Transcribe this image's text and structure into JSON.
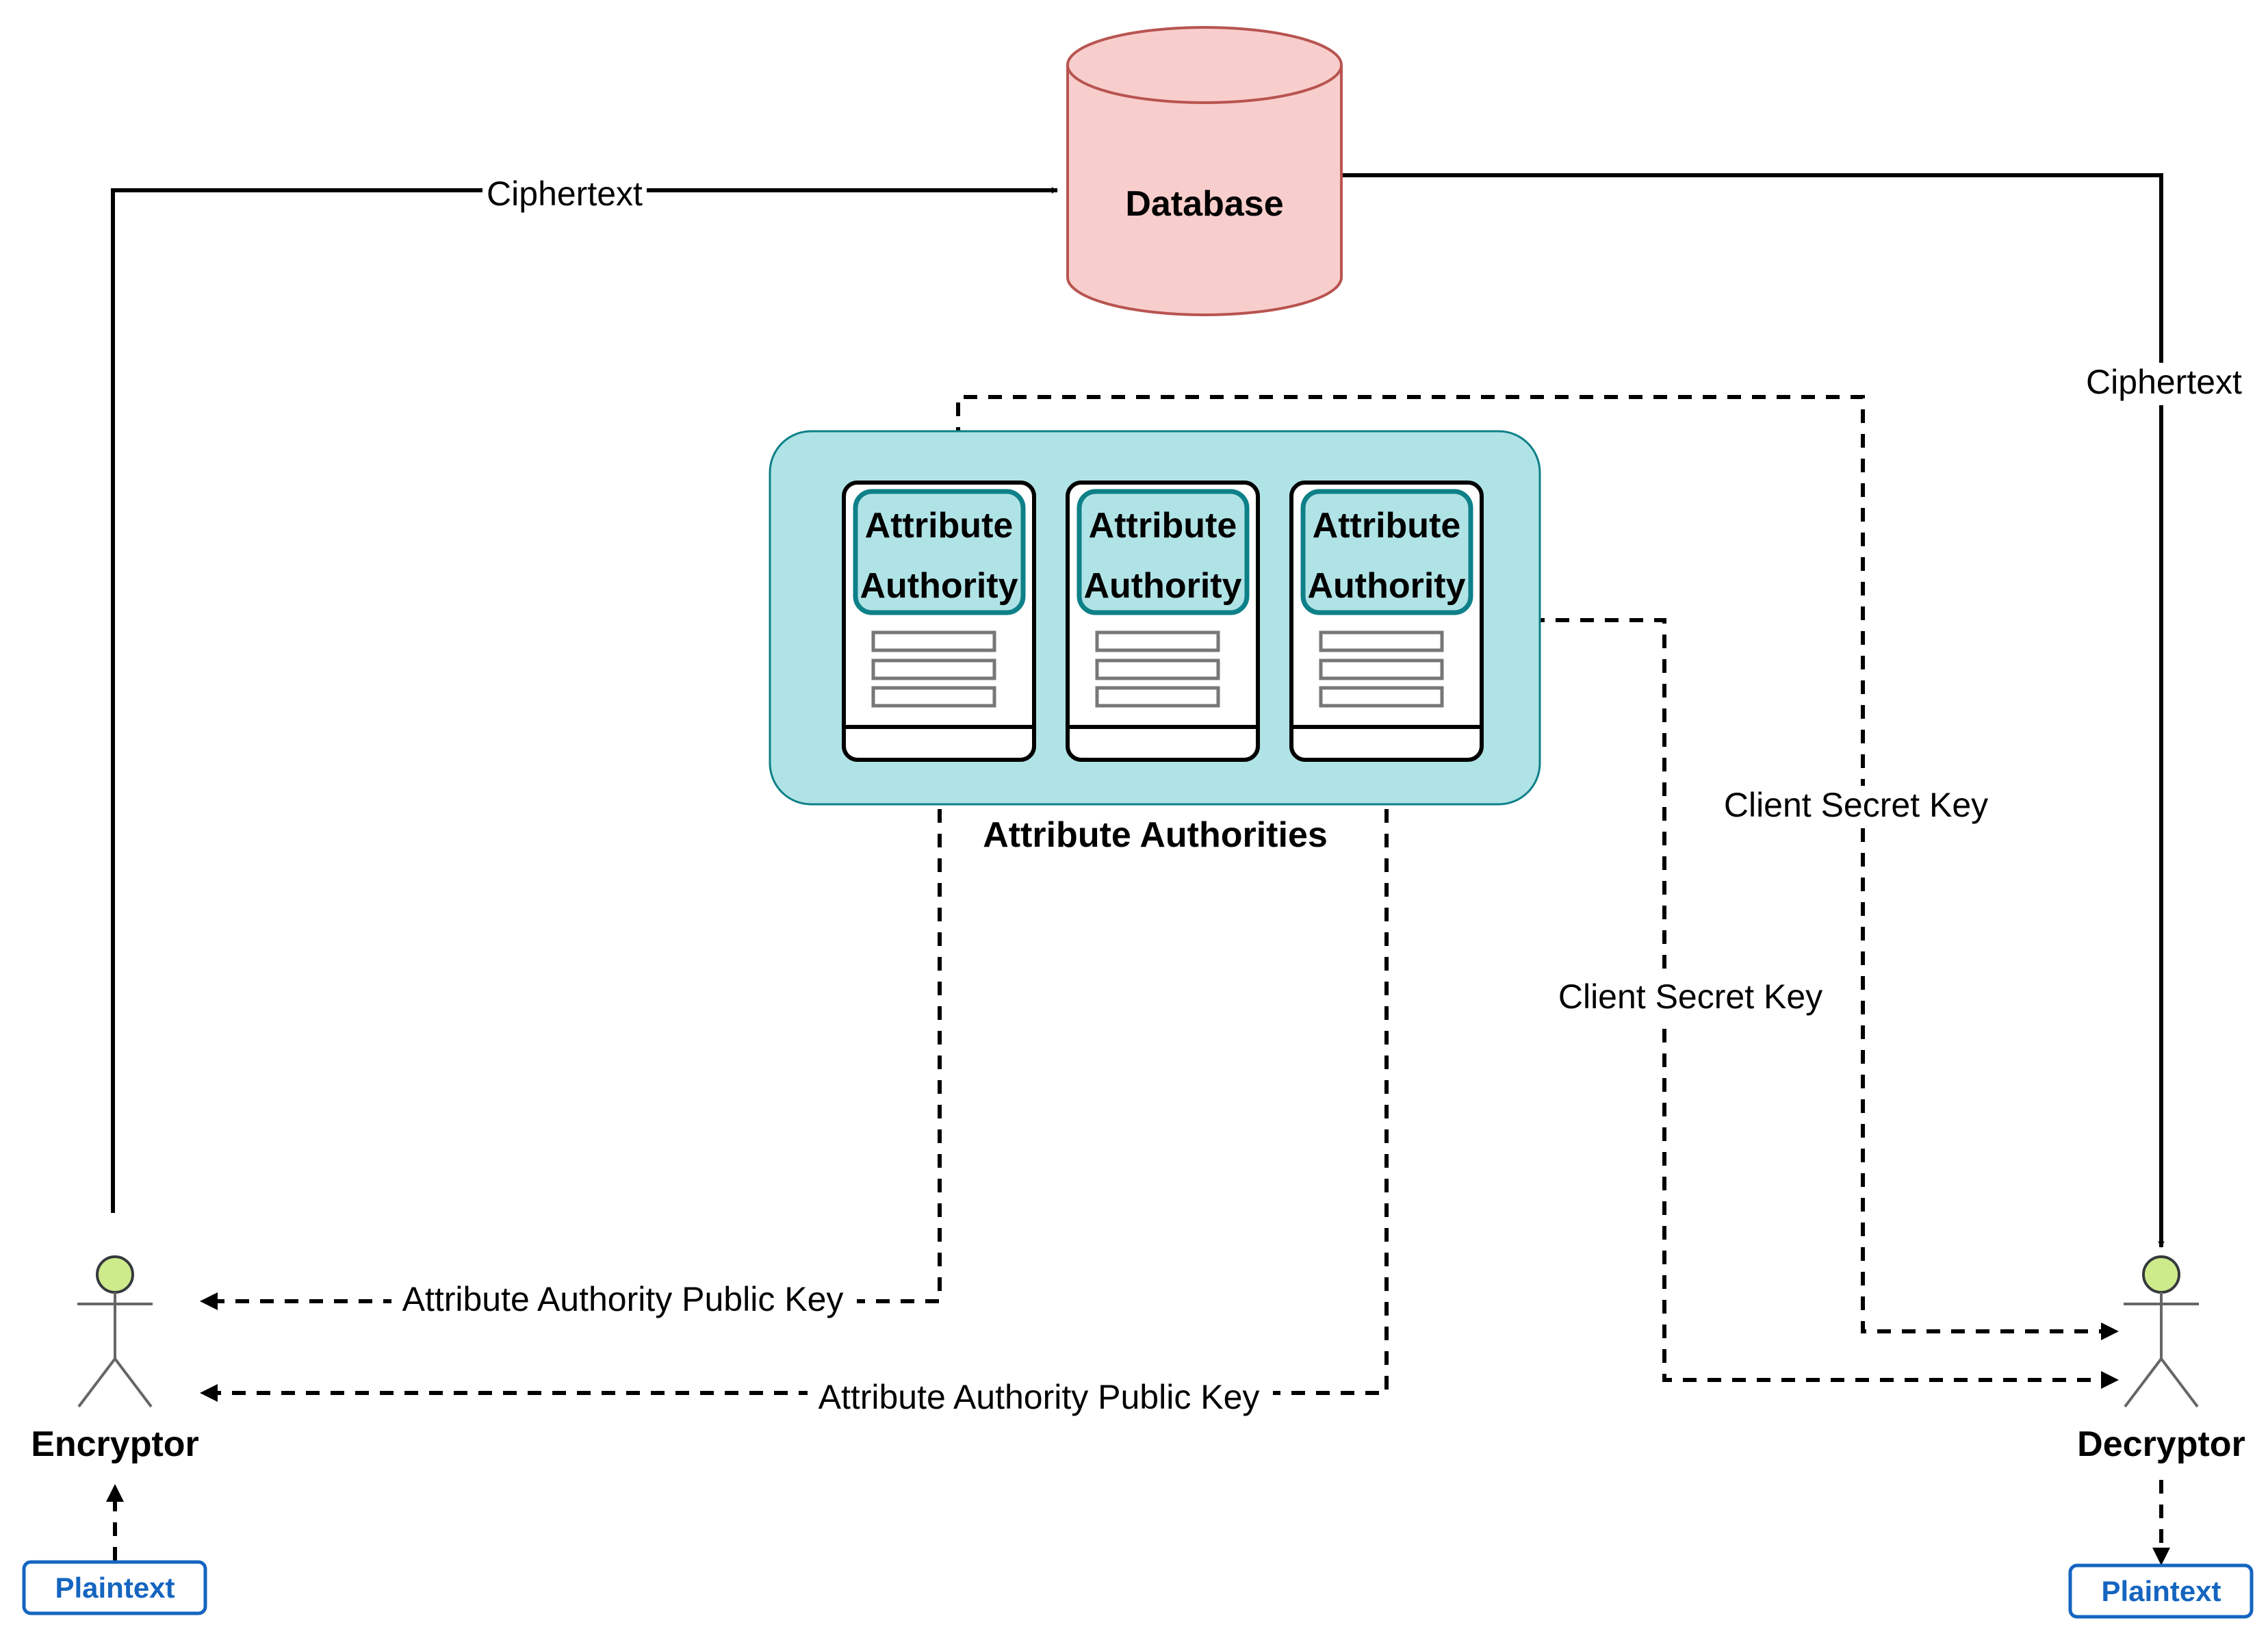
{
  "nodes": {
    "database": {
      "label": "Database",
      "fill": "#f8cecc",
      "stroke": "#b85450"
    },
    "authorities_group": {
      "label": "Attribute Authorities",
      "fill": "#b0e3e6",
      "stroke": "#0e8088"
    },
    "authorities": [
      {
        "line1": "Attribute",
        "line2": "Authority"
      },
      {
        "line1": "Attribute",
        "line2": "Authority"
      },
      {
        "line1": "Attribute",
        "line2": "Authority"
      }
    ],
    "encryptor": {
      "label": "Encryptor",
      "head_color": "#cdeb8b"
    },
    "decryptor": {
      "label": "Decryptor",
      "head_color": "#cdeb8b"
    },
    "plaintext_in": {
      "label": "Plaintext"
    },
    "plaintext_out": {
      "label": "Plaintext"
    }
  },
  "edges": {
    "ciphertext_to_db": {
      "label": "Ciphertext"
    },
    "ciphertext_to_decryptor": {
      "label": "Ciphertext"
    },
    "client_secret_key_1": {
      "label": "Client Secret Key"
    },
    "client_secret_key_2": {
      "label": "Client Secret Key"
    },
    "public_key_1": {
      "label": "Attribute Authority Public Key"
    },
    "public_key_2": {
      "label": "Attribute Authority Public Key"
    }
  },
  "colors": {
    "plaintext_border": "#1565c0",
    "authority_inner": "#b0e3e6"
  }
}
